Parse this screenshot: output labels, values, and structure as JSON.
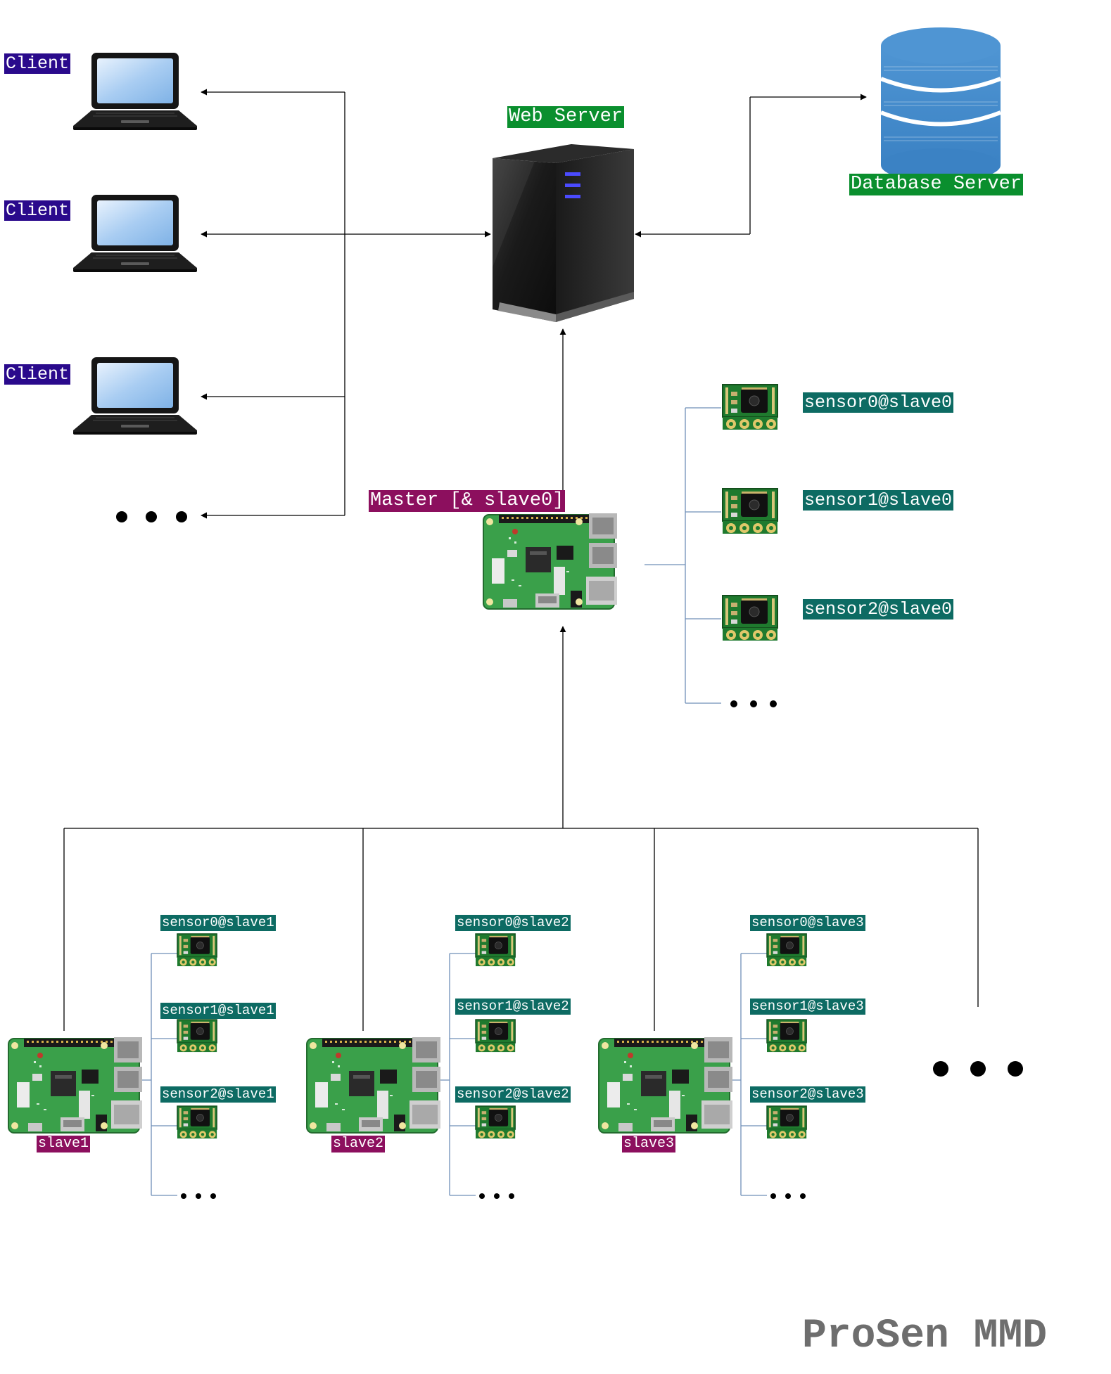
{
  "colors": {
    "client_label_bg": "#2a0a8c",
    "server_label_bg": "#0a8f2e",
    "device_label_bg": "#8c0f5e",
    "sensor_label_bg": "#0d6b63",
    "label_text": "#ffffff",
    "connector": "#000000",
    "sensor_connector": "#6f8fb8",
    "brand": "#6e6e6e"
  },
  "clients": [
    {
      "label": "Client",
      "icon": "laptop-icon"
    },
    {
      "label": "Client",
      "icon": "laptop-icon"
    },
    {
      "label": "Client",
      "icon": "laptop-icon"
    }
  ],
  "more_clients": "• • •",
  "web_server": {
    "label": "Web Server",
    "icon": "server-tower-icon"
  },
  "database": {
    "label": "Database Server",
    "icon": "database-icon"
  },
  "master": {
    "label": "Master [& slave0]",
    "icon": "raspberry-pi-icon",
    "sensors": [
      "sensor0@slave0",
      "sensor1@slave0",
      "sensor2@slave0"
    ],
    "more_sensors": "• • •"
  },
  "slaves": [
    {
      "label": "slave1",
      "sensors": [
        "sensor0@slave1",
        "sensor1@slave1",
        "sensor2@slave1"
      ],
      "more_sensors": "• • •"
    },
    {
      "label": "slave2",
      "sensors": [
        "sensor0@slave2",
        "sensor1@slave2",
        "sensor2@slave2"
      ],
      "more_sensors": "• • •"
    },
    {
      "label": "slave3",
      "sensors": [
        "sensor0@slave3",
        "sensor1@slave3",
        "sensor2@slave3"
      ],
      "more_sensors": "• • •"
    }
  ],
  "more_slaves": "• • •",
  "brand": "ProSen MMD"
}
